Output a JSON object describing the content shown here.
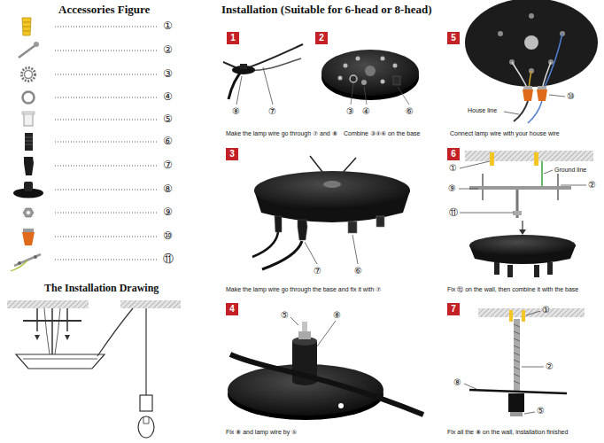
{
  "diagram": {
    "title": "Installation (Suitable for 6-head or 8-head)",
    "nodes": [
      {
        "text": [
          "1"
        ]
      },
      {
        "text": [
          "2"
        ]
      },
      {
        "text": [
          "5"
        ]
      },
      {
        "text": [
          "3"
        ]
      },
      {
        "text": [
          "6"
        ]
      },
      {
        "text": [
          "4"
        ]
      },
      {
        "text": [
          "7"
        ]
      }
    ],
    "labels": [
      "Accessories Figure",
      "①",
      "②",
      "③",
      "④",
      "⑤",
      "⑥",
      "⑦",
      "⑧",
      "⑨",
      "⑩",
      "⑪",
      "The Installation Drawing",
      "⑧",
      "⑦",
      "Make the lamp wire go through ⑦ and ⑧",
      "③",
      "④",
      "⑥",
      "Combine ③④⑥ on the base",
      "House line",
      "⑩",
      "Connect lamp wire with your house wire",
      "⑦",
      "⑥",
      "Make the lamp wire go through the base and fix it with ⑦",
      "①",
      "Ground line",
      "②",
      "⑨",
      "⑪",
      "Fix ⑪ on the wall, then combine it with the base",
      "⑤",
      "⑧",
      "Fix ⑧ and lamp wire by ⑤",
      "①",
      "②",
      "⑧",
      "⑤",
      "Fix all the ⑧ on the wall, installation finished"
    ]
  }
}
